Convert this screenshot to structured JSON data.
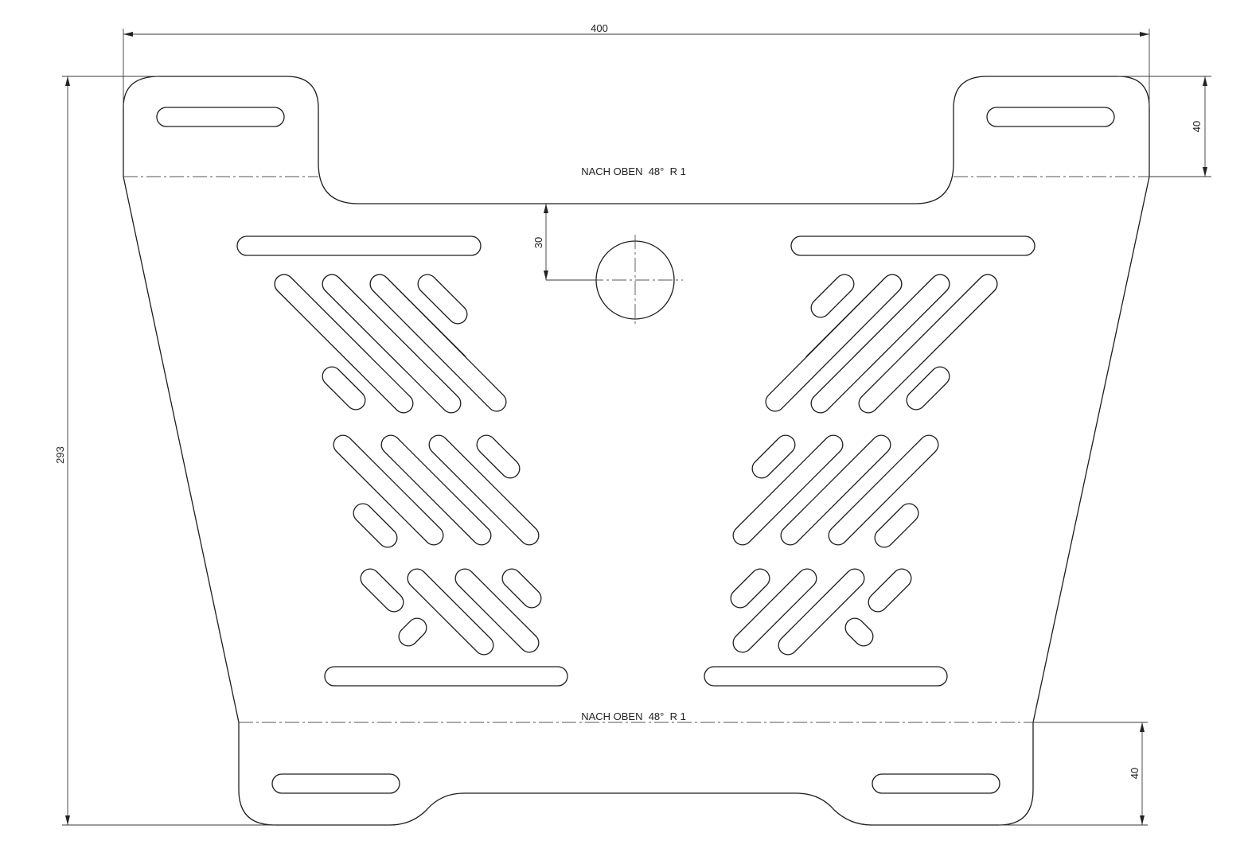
{
  "dimensions": {
    "width": "400",
    "height": "293",
    "top_tab": "40",
    "bottom_tab": "40",
    "hole_offset": "30"
  },
  "notes": {
    "upper_bend": "NACH OBEN  48°  R 1",
    "lower_bend": "NACH OBEN  48°  R 1"
  },
  "colors": {
    "line": "#1e1e1e",
    "background": "#ffffff"
  }
}
